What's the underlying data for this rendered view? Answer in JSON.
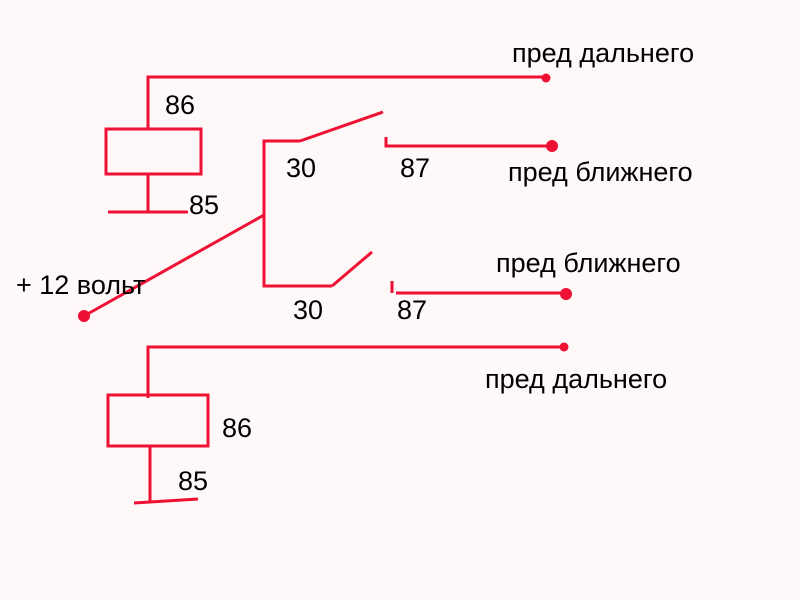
{
  "diagram": {
    "wire_color": "#ee1133",
    "labels": {
      "top_relay_pin86": "86",
      "top_relay_pin85": "85",
      "top_output_far": "пред дальнего",
      "top_output_near": "пред ближнего",
      "switch_top_pin30": "30",
      "switch_top_pin87": "87",
      "power_input": "+ 12 вольт",
      "bottom_output_near": "пред ближнего",
      "switch_bottom_pin30": "30",
      "switch_bottom_pin87": "87",
      "bottom_output_far": "пред дальнего",
      "bottom_relay_pin86": "86",
      "bottom_relay_pin85": "85"
    }
  }
}
